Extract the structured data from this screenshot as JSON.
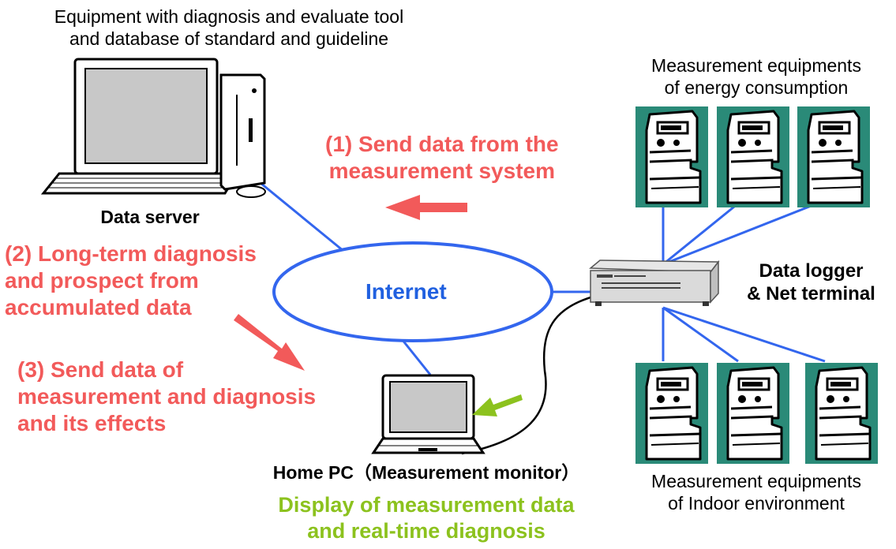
{
  "labels": {
    "server_desc": "Equipment with diagnosis and evaluate tool\nand database of standard and guideline",
    "data_server": "Data server",
    "step1": "(1) Send data from the\nmeasurement system",
    "step2": "(2) Long-term diagnosis\nand prospect from\naccumulated data",
    "step3": "(3) Send data of\nmeasurement and diagnosis\nand its effects",
    "internet": "Internet",
    "logger": "Data logger\n& Net terminal",
    "energy_meters": "Measurement equipments\nof energy consumption",
    "indoor_meters": "Measurement equipments\nof Indoor environment",
    "home_pc": "Home PC（Measurement monitor）",
    "display": "Display of measurement data\nand real-time diagnosis"
  },
  "colors": {
    "red_accent": "#f25a5a",
    "blue_accent": "#2060e0",
    "green_accent": "#8cc21e",
    "line_blue": "#3366ee",
    "meter_bg": "#2a8a78"
  },
  "icons": {
    "server": "desktop-computer-icon",
    "laptop": "laptop-icon",
    "logger": "data-logger-icon",
    "meter": "power-meter-icon"
  }
}
